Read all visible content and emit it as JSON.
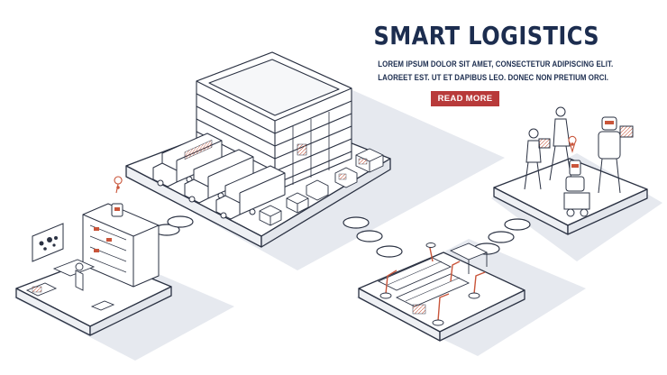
{
  "hero": {
    "title": "SMART LOGISTICS",
    "line1": "LOREM IPSUM DOLOR SIT AMET, CONSECTETUR ADIPISCING ELIT.",
    "line2": "LAOREET EST. UT ET DAPIBUS LEO. DONEC NON PRETIUM ORCI.",
    "button_label": "READ MORE"
  },
  "colors": {
    "title": "#1c2d4f",
    "button": "#b83a3a",
    "line": "#2a3142",
    "accent": "#c9553a",
    "shadow": "#e5e8ee",
    "platform_side": "#eef0f4"
  },
  "icons": {
    "location_pin": "location-pin-icon",
    "world_map": "world-map-icon"
  }
}
